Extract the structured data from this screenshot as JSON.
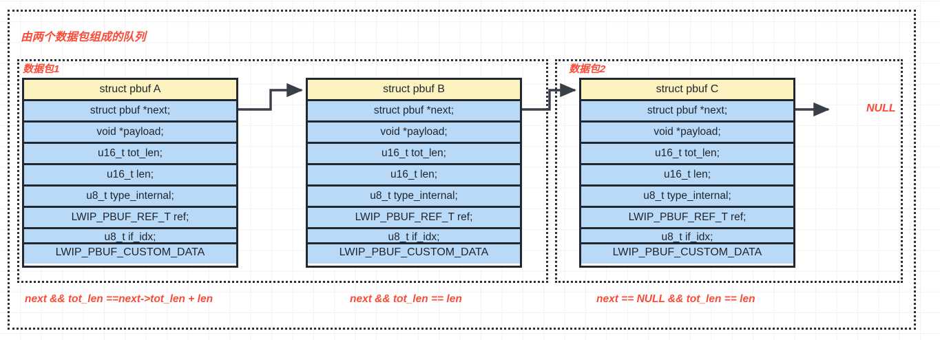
{
  "diagram": {
    "title_label": "由两个数据包组成的队列",
    "groups": [
      {
        "id": "packet1",
        "label": "数据包1"
      },
      {
        "id": "packet2",
        "label": "数据包2"
      }
    ],
    "null_label": "NULL",
    "colors": {
      "header_fill": "#fcf3c0",
      "field_fill": "#b8d9f7",
      "border": "#23272f",
      "annotation": "#fa4b36",
      "grid": "#f2f2f2",
      "background": "#ffffff"
    }
  },
  "structs": [
    {
      "id": "pbuf-a",
      "header": "struct pbuf A",
      "fields": [
        "struct pbuf *next;",
        "void *payload;",
        "u16_t tot_len;",
        "u16_t len;",
        "u8_t type_internal;",
        "LWIP_PBUF_REF_T ref;",
        "u8_t if_idx;",
        "LWIP_PBUF_CUSTOM_DATA"
      ]
    },
    {
      "id": "pbuf-b",
      "header": "struct pbuf B",
      "fields": [
        "struct pbuf *next;",
        "void *payload;",
        "u16_t tot_len;",
        "u16_t len;",
        "u8_t type_internal;",
        "LWIP_PBUF_REF_T ref;",
        "u8_t if_idx;",
        "LWIP_PBUF_CUSTOM_DATA"
      ]
    },
    {
      "id": "pbuf-c",
      "header": "struct pbuf C",
      "fields": [
        "struct pbuf *next;",
        "void *payload;",
        "u16_t tot_len;",
        "u16_t len;",
        "u8_t type_internal;",
        "LWIP_PBUF_REF_T ref;",
        "u8_t if_idx;",
        "LWIP_PBUF_CUSTOM_DATA"
      ]
    }
  ],
  "annotations": [
    {
      "id": "annotation-a",
      "text": "next  && tot_len ==next->tot_len + len"
    },
    {
      "id": "annotation-b",
      "text": "next  && tot_len == len"
    },
    {
      "id": "annotation-c",
      "text": "next == NULL && tot_len == len"
    }
  ]
}
